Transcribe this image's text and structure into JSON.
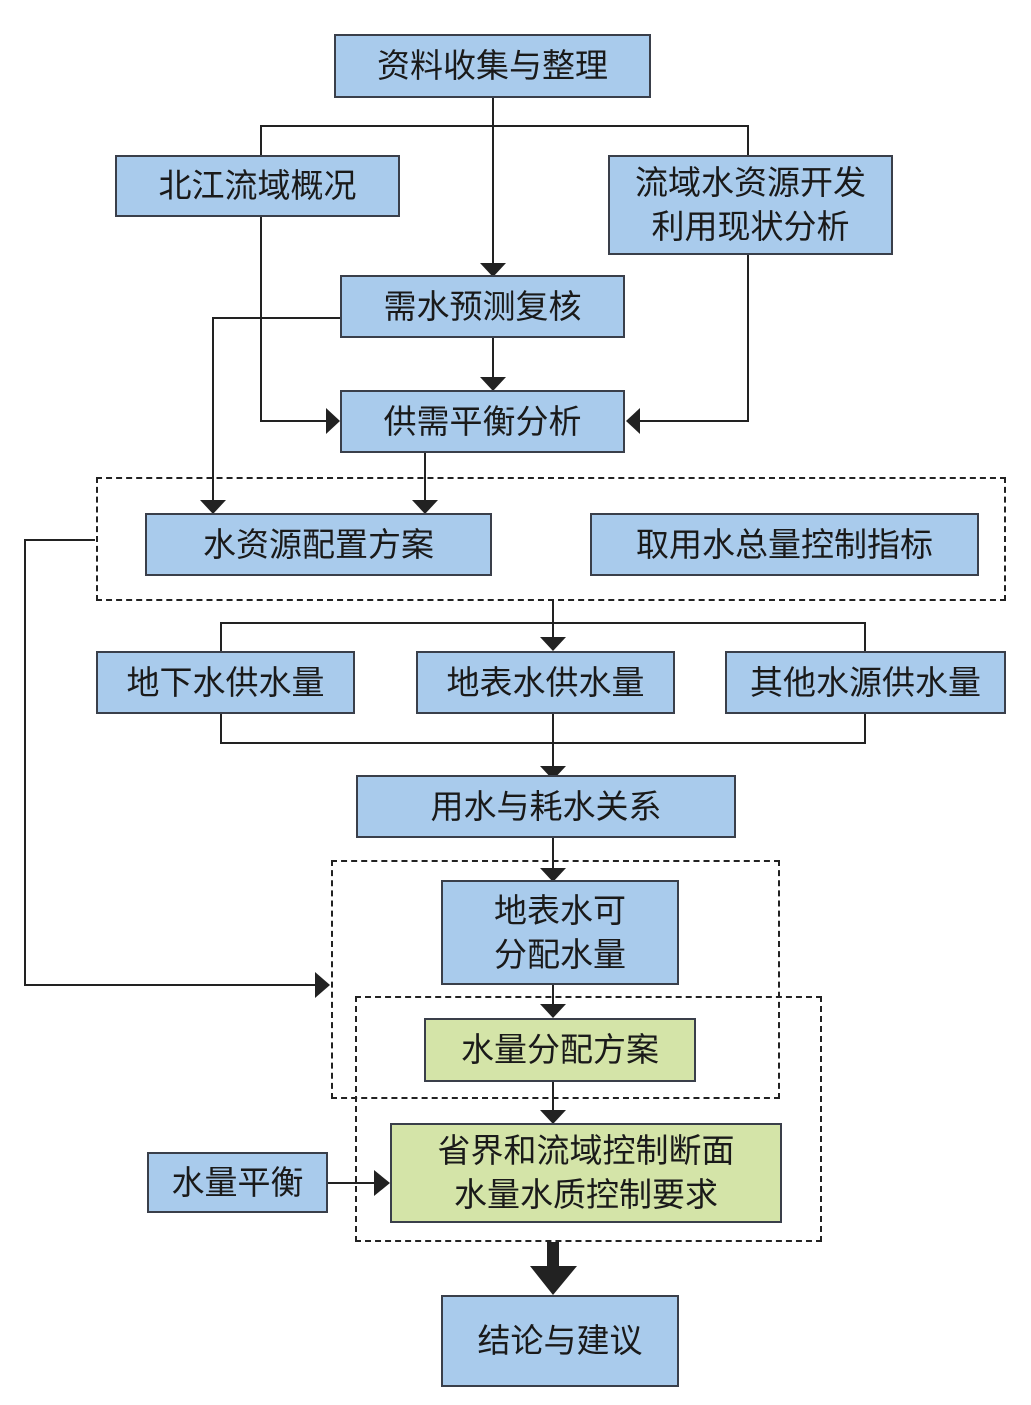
{
  "colors": {
    "blue_box": "#a9cbec",
    "green_box": "#d4e4a8",
    "line": "#222222"
  },
  "nodes": {
    "collect": "资料收集与整理",
    "beijiang": "北江流域概况",
    "status_l1": "流域水资源开发",
    "status_l2": "利用现状分析",
    "demand": "需水预测复核",
    "balance": "供需平衡分析",
    "allocation": "水资源配置方案",
    "total_control": "取用水总量控制指标",
    "groundwater": "地下水供水量",
    "surface": "地表水供水量",
    "other": "其他水源供水量",
    "use_consume": "用水与耗水关系",
    "surface_l1": "地表水可",
    "surface_l2": "分配水量",
    "water_plan": "水量分配方案",
    "water_balance": "水量平衡",
    "req_l1": "省界和流域控制断面",
    "req_l2": "水量水质控制要求",
    "conclusion": "结论与建议"
  }
}
